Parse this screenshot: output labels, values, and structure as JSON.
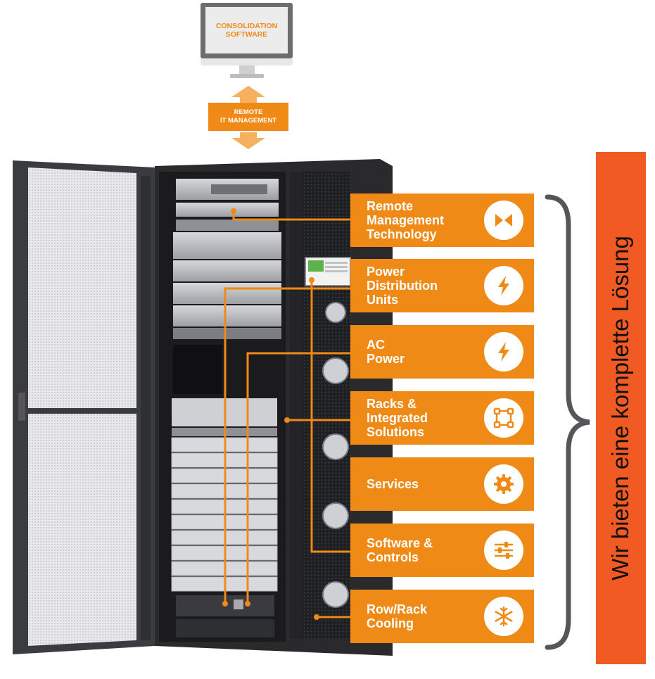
{
  "top": {
    "monitor_label": "CONSOLIDATION\nSOFTWARE",
    "remote_label": "REMOTE\nIT MANAGEMENT"
  },
  "categories": [
    {
      "label": "Remote\nManagement\nTechnology",
      "icon": "remote-management-icon"
    },
    {
      "label": "Power\nDistribution\nUnits",
      "icon": "lightning-icon"
    },
    {
      "label": "AC\nPower",
      "icon": "lightning-icon"
    },
    {
      "label": "Racks &\nIntegrated\nSolutions",
      "icon": "rack-nodes-icon"
    },
    {
      "label": "Services",
      "icon": "gear-icon"
    },
    {
      "label": "Software &\nControls",
      "icon": "sliders-icon"
    },
    {
      "label": "Row/Rack\nCooling",
      "icon": "snowflake-icon"
    }
  ],
  "side_label": "Wir bieten eine komplette Lösung",
  "colors": {
    "accent": "#ef8a17",
    "side_bar": "#f15a22",
    "rack_dark": "#2a2a2d"
  }
}
